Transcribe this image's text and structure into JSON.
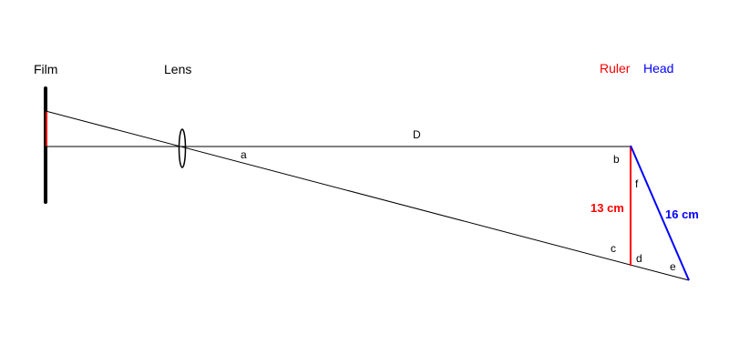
{
  "labels": {
    "film": "Film",
    "lens": "Lens",
    "ruler": "Ruler",
    "head": "Head",
    "distance": "D",
    "angle_a": "a",
    "angle_b": "b",
    "angle_c": "c",
    "angle_d": "d",
    "angle_e": "e",
    "angle_f": "f",
    "ruler_length": "13 cm",
    "head_length": "16 cm"
  },
  "colors": {
    "ruler": "#ff0000",
    "head": "#0000ff",
    "line": "#000000"
  }
}
